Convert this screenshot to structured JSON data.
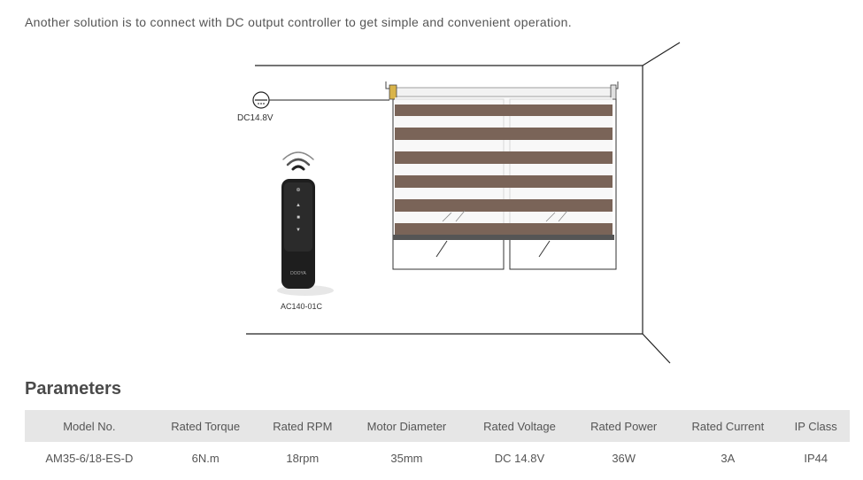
{
  "intro_text": "Another solution is to connect with DC output controller to get simple and convenient operation.",
  "illustration": {
    "power_label": "DC14.8V",
    "remote_label": "AC140-01C",
    "remote_brand": "DOOYA"
  },
  "parameters": {
    "title": "Parameters",
    "headers": [
      "Model No.",
      "Rated Torque",
      "Rated RPM",
      "Motor Diameter",
      "Rated Voltage",
      "Rated Power",
      "Rated Current",
      "IP Class"
    ],
    "row": [
      "AM35-6/18-ES-D",
      "6N.m",
      "18rpm",
      "35mm",
      "DC 14.8V",
      "36W",
      "3A",
      "IP44"
    ]
  },
  "colors": {
    "blind_stripe": "#7a6458",
    "text": "#555555",
    "header_bg": "#e6e6e6"
  }
}
